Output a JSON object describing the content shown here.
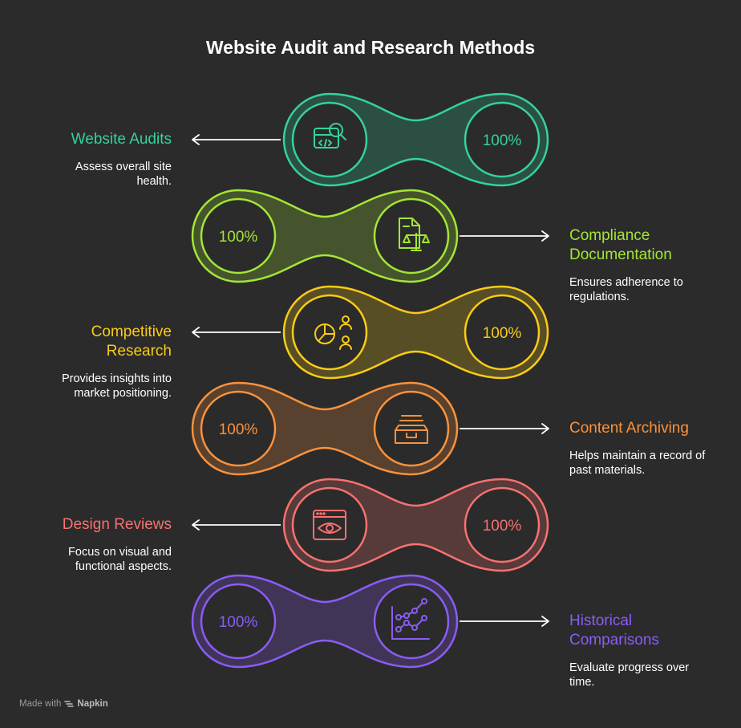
{
  "title": "Website Audit and Research Methods",
  "steps": [
    {
      "name": "Website Audits",
      "description": "Assess overall site health.",
      "value": "100%",
      "color": "#34d399",
      "icon": "code-search-icon"
    },
    {
      "name": "Compliance Documentation",
      "description": "Ensures adherence to regulations.",
      "value": "100%",
      "color": "#a3e635",
      "icon": "document-scale-icon"
    },
    {
      "name": "Competitive Research",
      "description": "Provides insights into market positioning.",
      "value": "100%",
      "color": "#facc15",
      "icon": "pie-chart-people-icon"
    },
    {
      "name": "Content Archiving",
      "description": "Helps maintain a record of past materials.",
      "value": "100%",
      "color": "#fb923c",
      "icon": "archive-tray-icon"
    },
    {
      "name": "Design Reviews",
      "description": "Focus on visual and functional aspects.",
      "value": "100%",
      "color": "#f87171",
      "icon": "browser-eye-icon"
    },
    {
      "name": "Historical Comparisons",
      "description": "Evaluate progress over time.",
      "value": "100%",
      "color": "#8b5cf6",
      "icon": "line-graph-icon"
    }
  ],
  "footer": {
    "prefix": "Made with",
    "brand": "Napkin"
  }
}
